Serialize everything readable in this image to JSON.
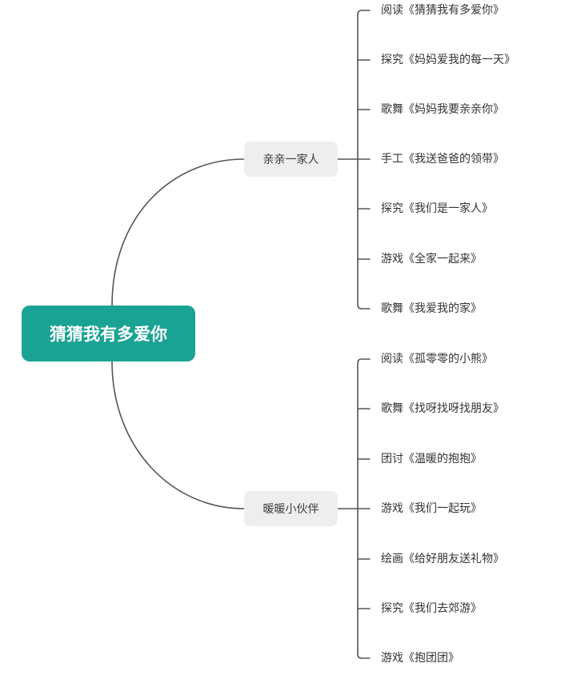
{
  "colors": {
    "root_bg": "#1aa394",
    "line": "#555555"
  },
  "root": {
    "label": "猜猜我有多爱你"
  },
  "branches": [
    {
      "label": "亲亲一家人",
      "children": [
        "阅读《猜猜我有多爱你》",
        "探究《妈妈爱我的每一天》",
        "歌舞《妈妈我要亲亲你》",
        "手工《我送爸爸的领带》",
        "探究《我们是一家人》",
        "游戏《全家一起来》",
        "歌舞《我爱我的家》"
      ]
    },
    {
      "label": "暖暖小伙伴",
      "children": [
        "阅读《孤零零的小熊》",
        "歌舞《找呀找呀找朋友》",
        "团讨《温暖的抱抱》",
        "游戏《我们一起玩》",
        "绘画《给好朋友送礼物》",
        "探究《我们去郊游》",
        "游戏《抱团团》"
      ]
    }
  ]
}
